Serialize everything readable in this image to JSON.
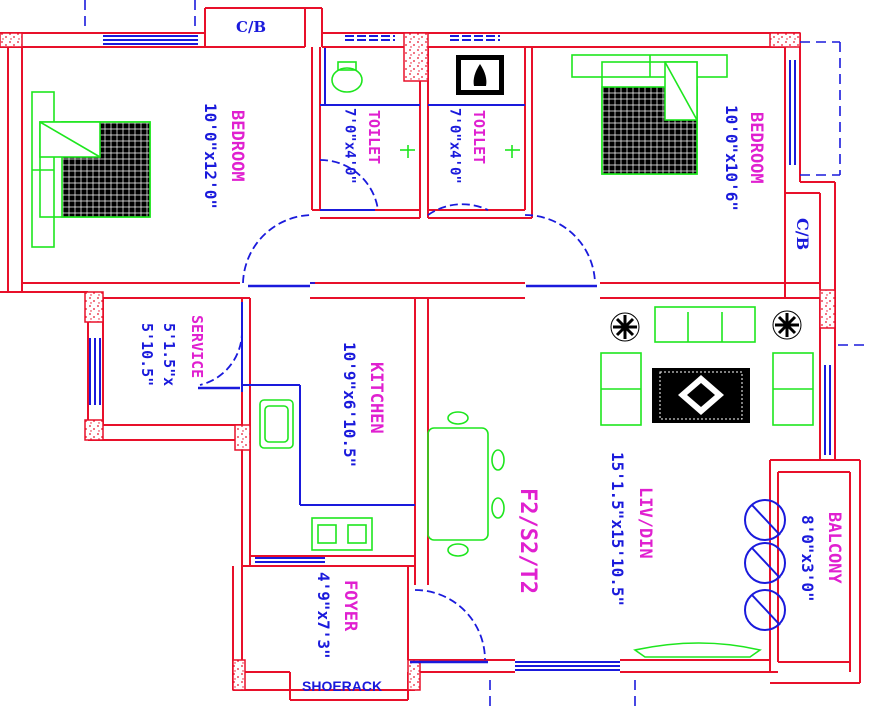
{
  "rooms": {
    "bedroom_left": {
      "name": "BEDROOM",
      "size": "10'0\"x12'0\""
    },
    "toilet_1": {
      "name": "TOILET",
      "size": "7'0\"x4'0\""
    },
    "toilet_2": {
      "name": "TOILET",
      "size": "7'0\"x4'0\""
    },
    "bedroom_right": {
      "name": "BEDROOM",
      "size": "10'0\"x10'6\""
    },
    "service": {
      "name": "SERVICE",
      "size1": "5'1.5\"x",
      "size2": "5'10.5\""
    },
    "kitchen": {
      "name": "KITCHEN",
      "size": "10'9\"x6'10.5\""
    },
    "liv_din": {
      "name": "LIV/DIN",
      "size": "15'1.5\"x15'10.5\""
    },
    "balcony": {
      "name": "BALCONY",
      "size": "8'0\"x3'0\""
    },
    "foyer": {
      "name": "FOYER",
      "size": "4'9\"x7'3\""
    }
  },
  "labels": {
    "cb_top": "C/B",
    "cb_right": "C/B",
    "unit": "F2/S2/T2",
    "shoerack": "SHOERACK"
  },
  "colors": {
    "wall": "#e8102a",
    "opening": "#1a1adc",
    "furniture": "#1ee61e",
    "room_name": "#e020d0",
    "dimension": "#1a1adc"
  }
}
